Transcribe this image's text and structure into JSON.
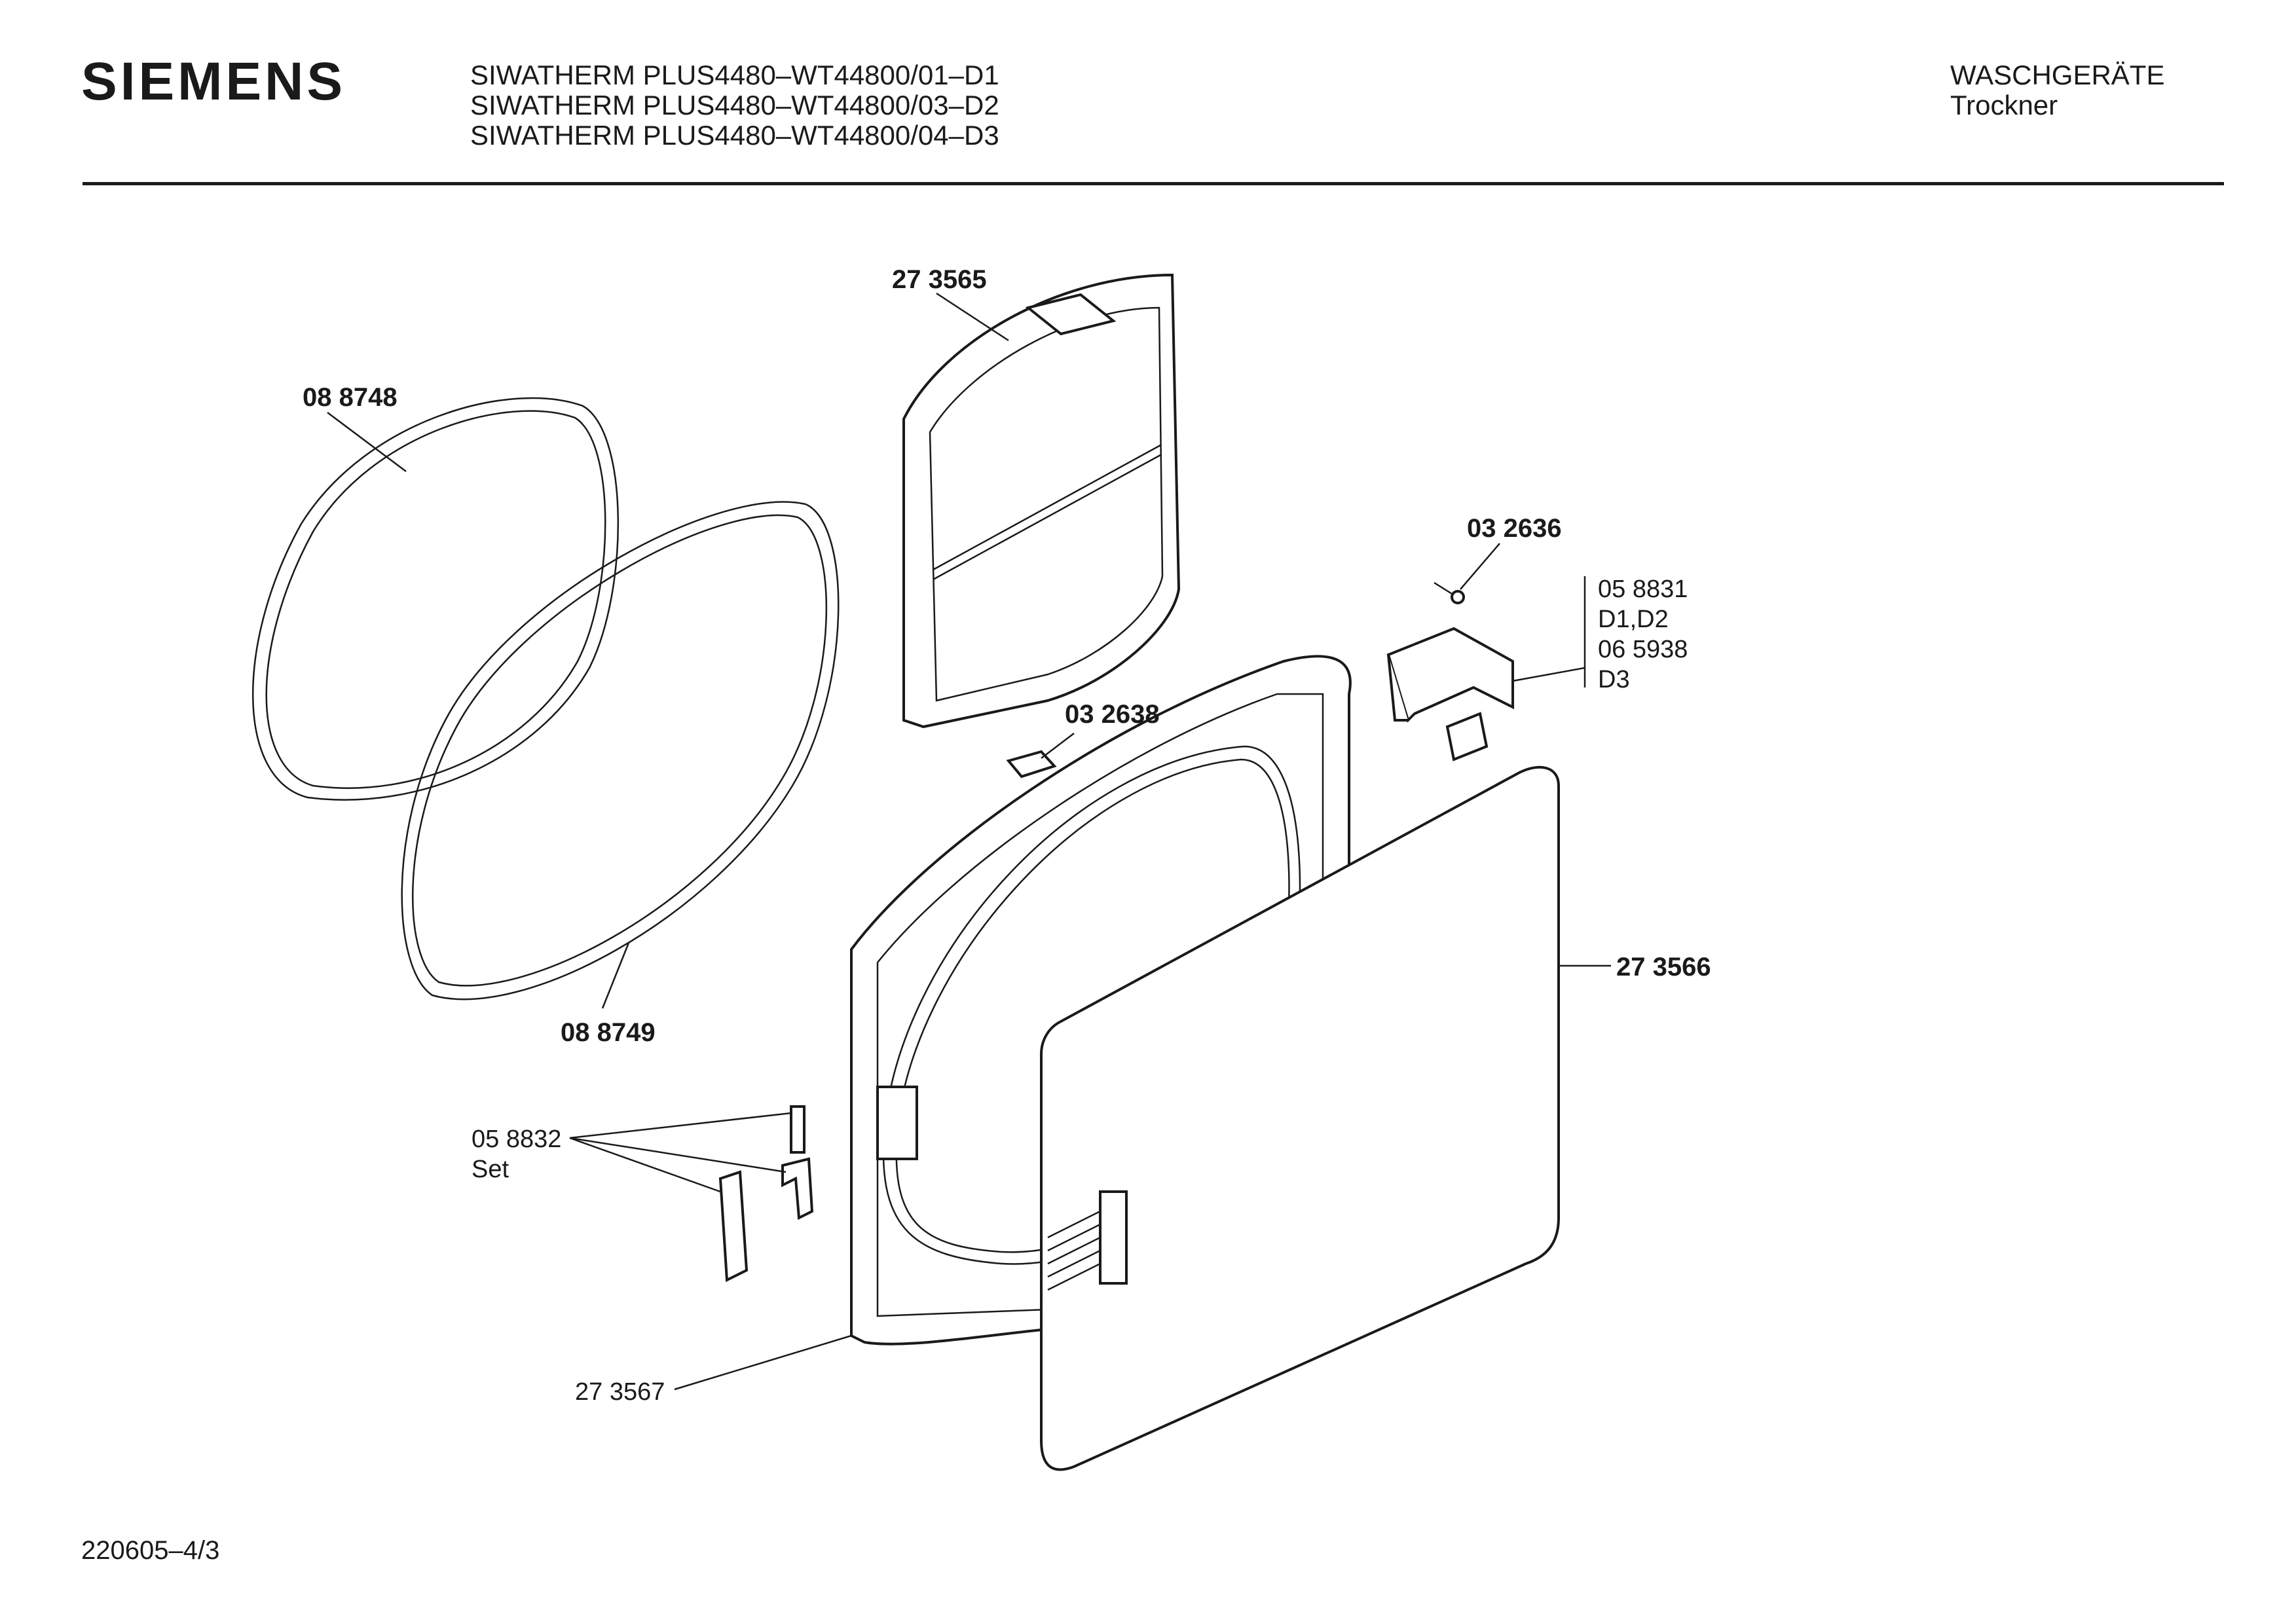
{
  "header": {
    "brand": "SIEMENS",
    "models": [
      "SIWATHERM PLUS4480–WT44800/01–D1",
      "SIWATHERM PLUS4480–WT44800/03–D2",
      "SIWATHERM PLUS4480–WT44800/04–D3"
    ],
    "category": "WASCHGERÄTE",
    "subcategory": "Trockner"
  },
  "parts": {
    "p273565": "27 3565",
    "p088748": "08 8748",
    "p032636": "03 2636",
    "p058831": "05 8831",
    "p058831_var": "D1,D2",
    "p065938": "06 5938",
    "p065938_var": "D3",
    "p032638": "03 2638",
    "p273566": "27 3566",
    "p088749": "08 8749",
    "p058832": "05 8832",
    "p058832_set": "Set",
    "p273567": "27 3567"
  },
  "footer": {
    "code": "220605–4/3"
  }
}
